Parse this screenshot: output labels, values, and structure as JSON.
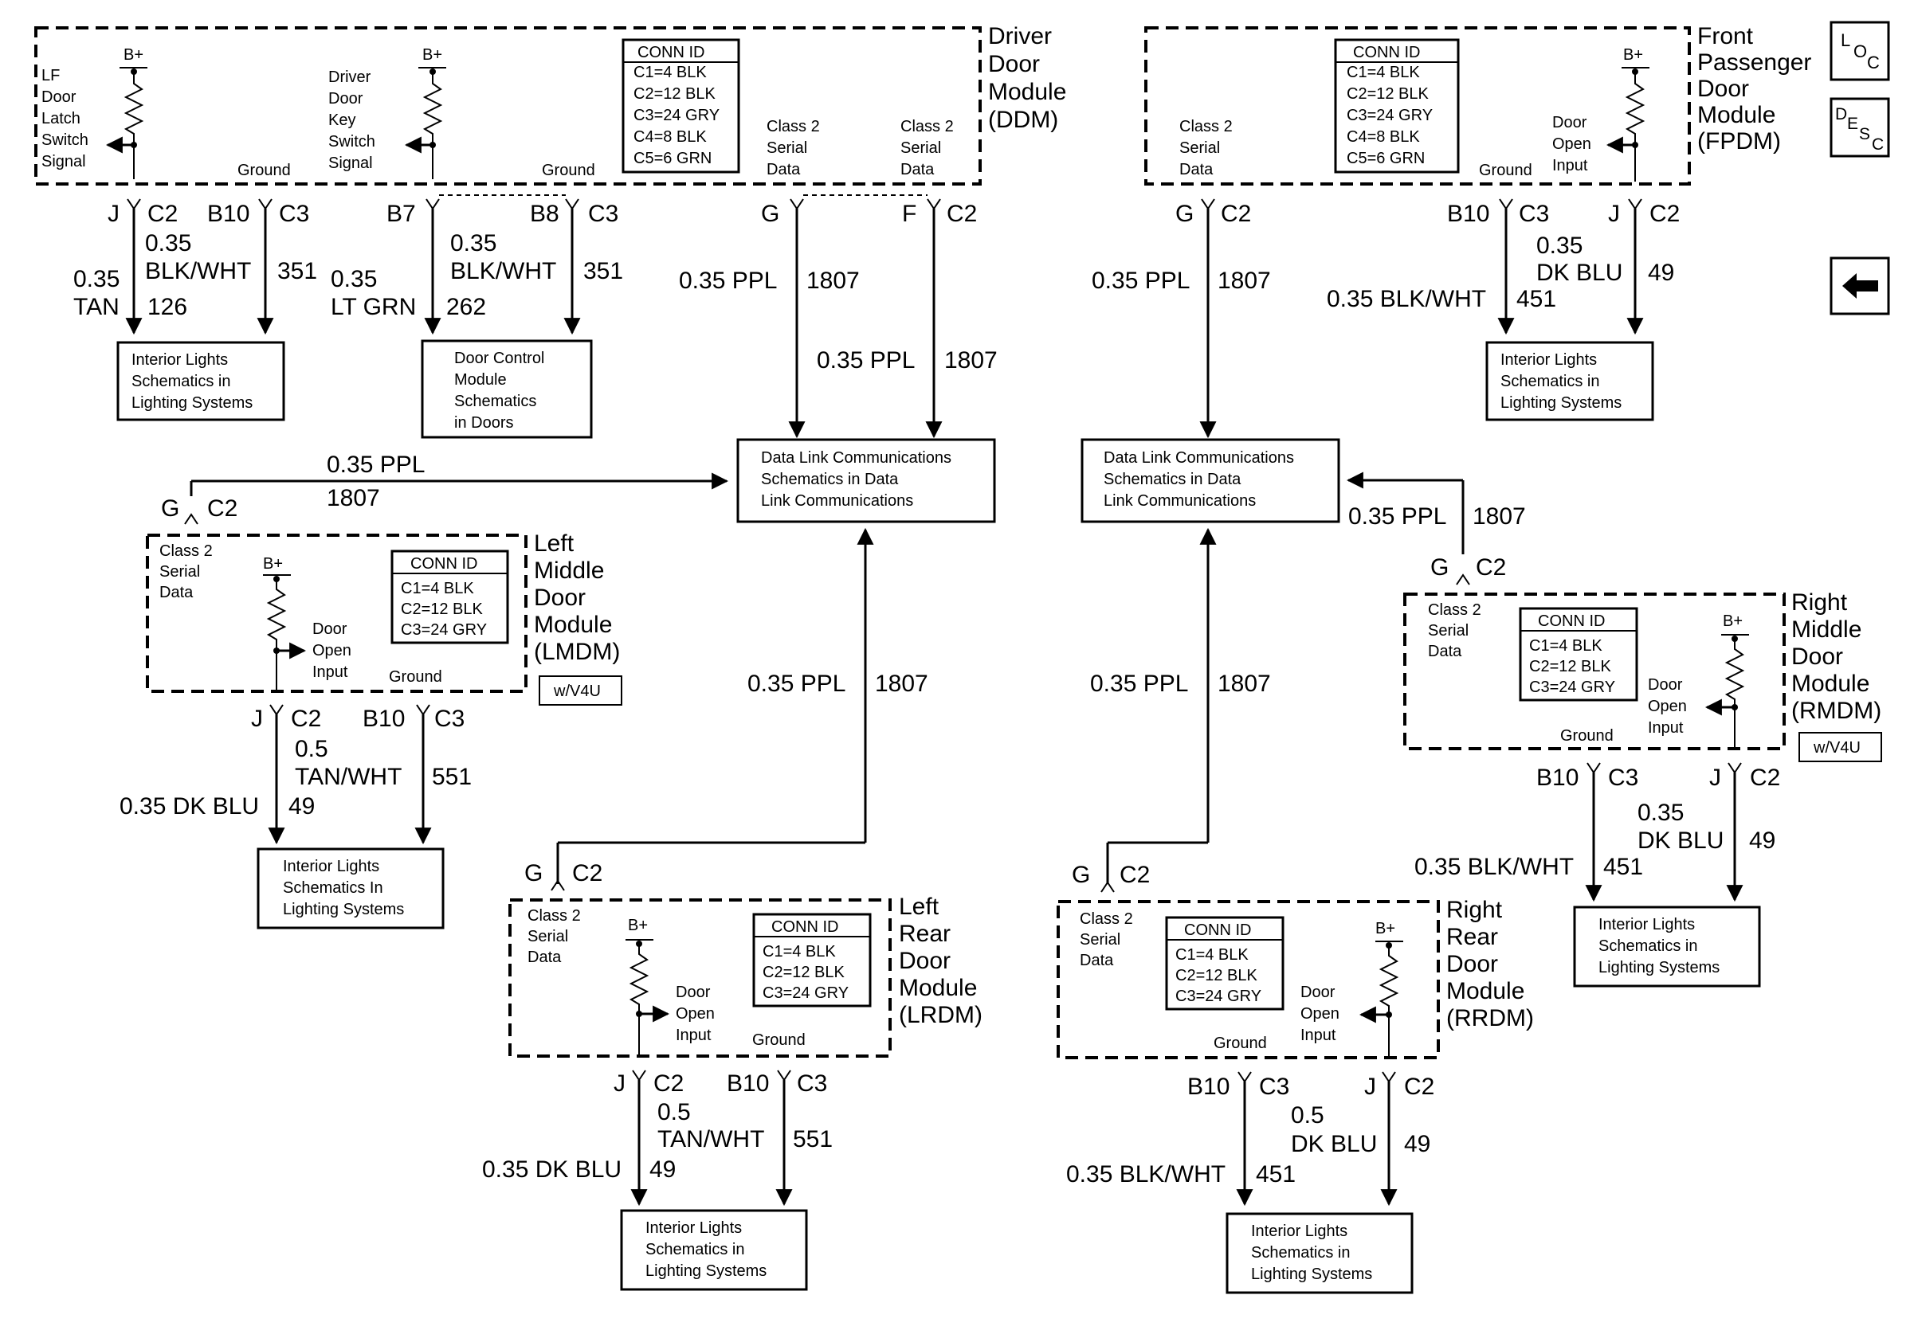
{
  "modules": [
    {
      "id": "ddm",
      "name": [
        "Driver",
        "Door",
        "Module",
        "(DDM)"
      ],
      "conn": {
        "title": "CONN ID",
        "lines": [
          "C1=4 BLK",
          "C2=12 BLK",
          "C3=24 GRY",
          "C4=8 BLK",
          "C5=6 GRN"
        ]
      },
      "inner": {
        "lf_latch": [
          "LF",
          "Door",
          "Latch",
          "Switch",
          "Signal"
        ],
        "key_switch": [
          "Driver",
          "Door",
          "Key",
          "Switch",
          "Signal"
        ],
        "ground1": "Ground",
        "ground2": "Ground",
        "class2a": [
          "Class 2",
          "Serial",
          "Data"
        ],
        "class2b": [
          "Class 2",
          "Serial",
          "Data"
        ],
        "bplus": "B+"
      }
    },
    {
      "id": "fpdm",
      "name": [
        "Front",
        "Passenger",
        "Door",
        "Module",
        "(FPDM)"
      ],
      "conn": {
        "title": "CONN ID",
        "lines": [
          "C1=4 BLK",
          "C2=12 BLK",
          "C3=24 GRY",
          "C4=8 BLK",
          "C5=6 GRN"
        ]
      },
      "inner": {
        "class2": [
          "Class 2",
          "Serial",
          "Data"
        ],
        "ground": "Ground",
        "door_open": [
          "Door",
          "Open",
          "Input"
        ],
        "bplus": "B+"
      }
    },
    {
      "id": "lmdm",
      "name": [
        "Left",
        "Middle",
        "Door",
        "Module",
        "(LMDM)"
      ],
      "conn": {
        "title": "CONN ID",
        "lines": [
          "C1=4 BLK",
          "C2=12 BLK",
          "C3=24 GRY"
        ]
      },
      "inner": {
        "class2": [
          "Class 2",
          "Serial",
          "Data"
        ],
        "ground": "Ground",
        "door_open": [
          "Door",
          "Open",
          "Input"
        ],
        "bplus": "B+"
      },
      "option": "w/V4U"
    },
    {
      "id": "rmdm",
      "name": [
        "Right",
        "Middle",
        "Door",
        "Module",
        "(RMDM)"
      ],
      "conn": {
        "title": "CONN ID",
        "lines": [
          "C1=4 BLK",
          "C2=12 BLK",
          "C3=24 GRY"
        ]
      },
      "inner": {
        "class2": [
          "Class 2",
          "Serial",
          "Data"
        ],
        "ground": "Ground",
        "door_open": [
          "Door",
          "Open",
          "Input"
        ],
        "bplus": "B+"
      },
      "option": "w/V4U"
    },
    {
      "id": "lrdm",
      "name": [
        "Left",
        "Rear",
        "Door",
        "Module",
        "(LRDM)"
      ],
      "conn": {
        "title": "CONN ID",
        "lines": [
          "C1=4 BLK",
          "C2=12 BLK",
          "C3=24 GRY"
        ]
      },
      "inner": {
        "class2": [
          "Class 2",
          "Serial",
          "Data"
        ],
        "ground": "Ground",
        "door_open": [
          "Door",
          "Open",
          "Input"
        ],
        "bplus": "B+"
      }
    },
    {
      "id": "rrdm",
      "name": [
        "Right",
        "Rear",
        "Door",
        "Module",
        "(RRDM)"
      ],
      "conn": {
        "title": "CONN ID",
        "lines": [
          "C1=4 BLK",
          "C2=12 BLK",
          "C3=24 GRY"
        ]
      },
      "inner": {
        "class2": [
          "Class 2",
          "Serial",
          "Data"
        ],
        "ground": "Ground",
        "door_open": [
          "Door",
          "Open",
          "Input"
        ],
        "bplus": "B+"
      }
    }
  ],
  "boxes": {
    "interior_lights_a": [
      "Interior Lights",
      "Schematics in",
      "Lighting Systems"
    ],
    "door_control": [
      "Door Control",
      "Module",
      "Schematics",
      "in Doors"
    ],
    "data_link_left": [
      "Data Link Communications",
      "Schematics in Data",
      "Link Communications"
    ],
    "data_link_right": [
      "Data Link Communications",
      "Schematics in Data",
      "Link Communications"
    ],
    "interior_lights_fp": [
      "Interior Lights",
      "Schematics in",
      "Lighting Systems"
    ],
    "interior_lights_lm": [
      "Interior Lights",
      "Schematics In",
      "Lighting Systems"
    ],
    "interior_lights_rm": [
      "Interior Lights",
      "Schematics in",
      "Lighting Systems"
    ],
    "interior_lights_lr": [
      "Interior Lights",
      "Schematics in",
      "Lighting Systems"
    ],
    "interior_lights_rr": [
      "Interior Lights",
      "Schematics in",
      "Lighting Systems"
    ]
  },
  "pins": {
    "ddm_j": "J",
    "ddm_jc": "C2",
    "ddm_b10": "B10",
    "ddm_b10c": "C3",
    "ddm_b7": "B7",
    "ddm_b8": "B8",
    "ddm_b8c": "C3",
    "ddm_g": "G",
    "ddm_f": "F",
    "ddm_fc": "C2",
    "fp_g": "G",
    "fp_gc": "C2",
    "fp_b10": "B10",
    "fp_b10c": "C3",
    "fp_j": "J",
    "fp_jc": "C2",
    "lm_g": "G",
    "lm_gc": "C2",
    "lm_j": "J",
    "lm_jc": "C2",
    "lm_b10": "B10",
    "lm_b10c": "C3",
    "rm_g": "G",
    "rm_gc": "C2",
    "rm_b10": "B10",
    "rm_b10c": "C3",
    "rm_j": "J",
    "rm_jc": "C2",
    "lr_g": "G",
    "lr_gc": "C2",
    "lr_j": "J",
    "lr_jc": "C2",
    "lr_b10": "B10",
    "lr_b10c": "C3",
    "rr_g": "G",
    "rr_gc": "C2",
    "rr_b10": "B10",
    "rr_b10c": "C3",
    "rr_j": "J",
    "rr_jc": "C2"
  },
  "wires": {
    "ddm_tan": [
      "0.35",
      "TAN"
    ],
    "ddm_tan_ckt": "126",
    "ddm_bw1": [
      "0.35",
      "BLK/WHT"
    ],
    "ddm_bw1_ckt": "351",
    "ddm_ltgrn": [
      "0.35",
      "LT GRN"
    ],
    "ddm_ltgrn_ckt": "262",
    "ddm_bw2": [
      "0.35",
      "BLK/WHT"
    ],
    "ddm_bw2_ckt": "351",
    "ddm_ppl1": "0.35 PPL",
    "ddm_ppl1_ckt": "1807",
    "ddm_ppl2": "0.35 PPL",
    "ddm_ppl2_ckt": "1807",
    "fp_ppl": "0.35 PPL",
    "fp_ppl_ckt": "1807",
    "fp_bw": "0.35 BLK/WHT",
    "fp_bw_ckt": "451",
    "fp_dkblu": [
      "0.35",
      "DK BLU"
    ],
    "fp_dkblu_ckt": "49",
    "lm_ppl": "0.35 PPL",
    "lm_ppl_ckt": "1807",
    "lm_dkblu": "0.35 DK BLU",
    "lm_dkblu_ckt": "49",
    "lm_tanwht": [
      "0.5",
      "TAN/WHT"
    ],
    "lm_tanwht_ckt": "551",
    "rm_ppl": "0.35 PPL",
    "rm_ppl_ckt": "1807",
    "rm_bw": "0.35 BLK/WHT",
    "rm_bw_ckt": "451",
    "rm_dkblu": [
      "0.35",
      "DK BLU"
    ],
    "rm_dkblu_ckt": "49",
    "lr_ppl": "0.35 PPL",
    "lr_ppl_ckt": "1807",
    "lr_dkblu": "0.35 DK BLU",
    "lr_dkblu_ckt": "49",
    "lr_tanwht": [
      "0.5",
      "TAN/WHT"
    ],
    "lr_tanwht_ckt": "551",
    "rr_ppl": "0.35 PPL",
    "rr_ppl_ckt": "1807",
    "rr_bw": "0.35 BLK/WHT",
    "rr_bw_ckt": "451",
    "rr_dkblu": [
      "0.5",
      "DK BLU"
    ],
    "rr_dkblu_ckt": "49"
  },
  "nav": {
    "loc_icon": "loc-icon",
    "desc_icon": "desc-icon",
    "back_icon": "left-arrow-icon"
  }
}
